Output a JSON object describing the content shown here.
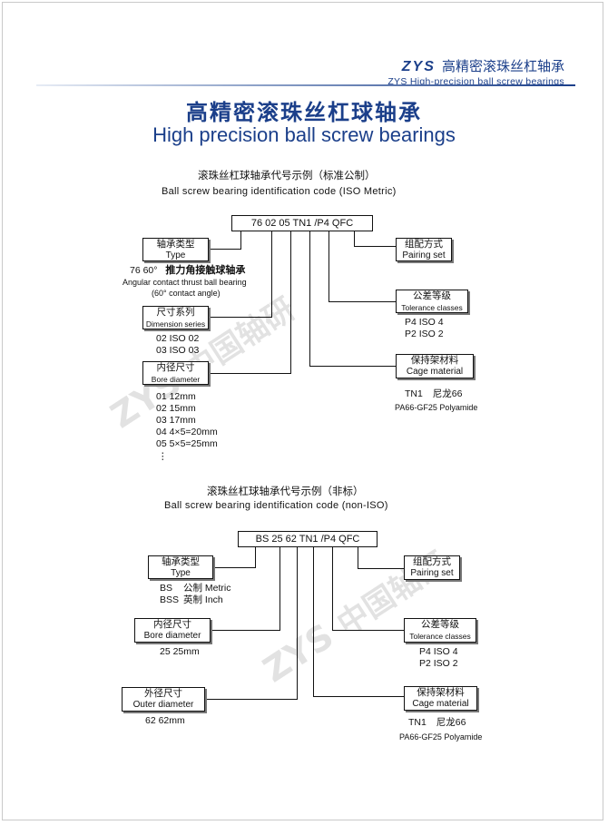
{
  "header": {
    "brand_logo": "ZYS",
    "brand_cn": "高精密滚珠丝杠轴承",
    "brand_en": "ZYS High-precision ball screw bearings"
  },
  "title": {
    "cn": "高精密滚珠丝杠球轴承",
    "en": "High precision ball screw  bearings"
  },
  "watermark": {
    "mark1": "ZYS",
    "mark1_cn": "中国轴研",
    "mark2": "ZYS",
    "mark2_cn": "中国轴研"
  },
  "metric": {
    "heading_cn": "滚珠丝杠球轴承代号示例（标准公制）",
    "heading_en": "Ball screw bearing identification code   (ISO Metric)",
    "code": "76  02  05  TN1 /P4  QFC",
    "type": {
      "cn": "轴承类型",
      "en": "Type",
      "desc_line1_code": "76  60°",
      "desc_line1_cn": "推力角接触球轴承",
      "desc_line2": "Angular contact thrust ball bearing",
      "desc_line3": "(60° contact angle)"
    },
    "dimension": {
      "cn": "尺寸系列",
      "en": "Dimension series",
      "items": [
        "02 ISO  02",
        "03 ISO  03"
      ]
    },
    "bore": {
      "cn": "内径尺寸",
      "en": "Bore diameter",
      "items": [
        "01    12mm",
        "02    15mm",
        "03    17mm",
        "04    4×5=20mm",
        "05    5×5=25mm",
        "⋮"
      ]
    },
    "pairing": {
      "cn": "组配方式",
      "en": "Pairing set"
    },
    "tolerance": {
      "cn": "公差等级",
      "en": "Tolerance classes",
      "items": [
        "P4  ISO 4",
        "P2  ISO 2"
      ]
    },
    "cage": {
      "cn": "保持架材料",
      "en": "Cage material",
      "desc_line1_code": "TN1",
      "desc_line1_cn": "尼龙66",
      "desc_line2": "PA66-GF25 Polyamide"
    }
  },
  "nonstd": {
    "heading_cn": "滚珠丝杠球轴承代号示例（非标）",
    "heading_en": "Ball screw bearing identification code  (non-ISO)",
    "code": "BS  25  62  TN1 /P4  QFC",
    "type": {
      "cn": "轴承类型",
      "en": "Type",
      "item1_code": "BS",
      "item1_cn": "公制 Metric",
      "item2_code": "BSS",
      "item2_cn": "英制 Inch"
    },
    "bore": {
      "cn": "内径尺寸",
      "en": "Bore diameter",
      "desc": "25  25mm"
    },
    "outer": {
      "cn": "外径尺寸",
      "en": "Outer diameter",
      "desc": "62  62mm"
    },
    "pairing": {
      "cn": "组配方式",
      "en": "Pairing set"
    },
    "tolerance": {
      "cn": "公差等级",
      "en": "Tolerance classes",
      "items": [
        "P4 ISO 4",
        "P2 ISO 2"
      ]
    },
    "cage": {
      "cn": "保持架材料",
      "en": "Cage material",
      "desc_line1_code": "TN1",
      "desc_line1_cn": "尼龙66",
      "desc_line2": "PA66-GF25 Polyamide"
    }
  }
}
